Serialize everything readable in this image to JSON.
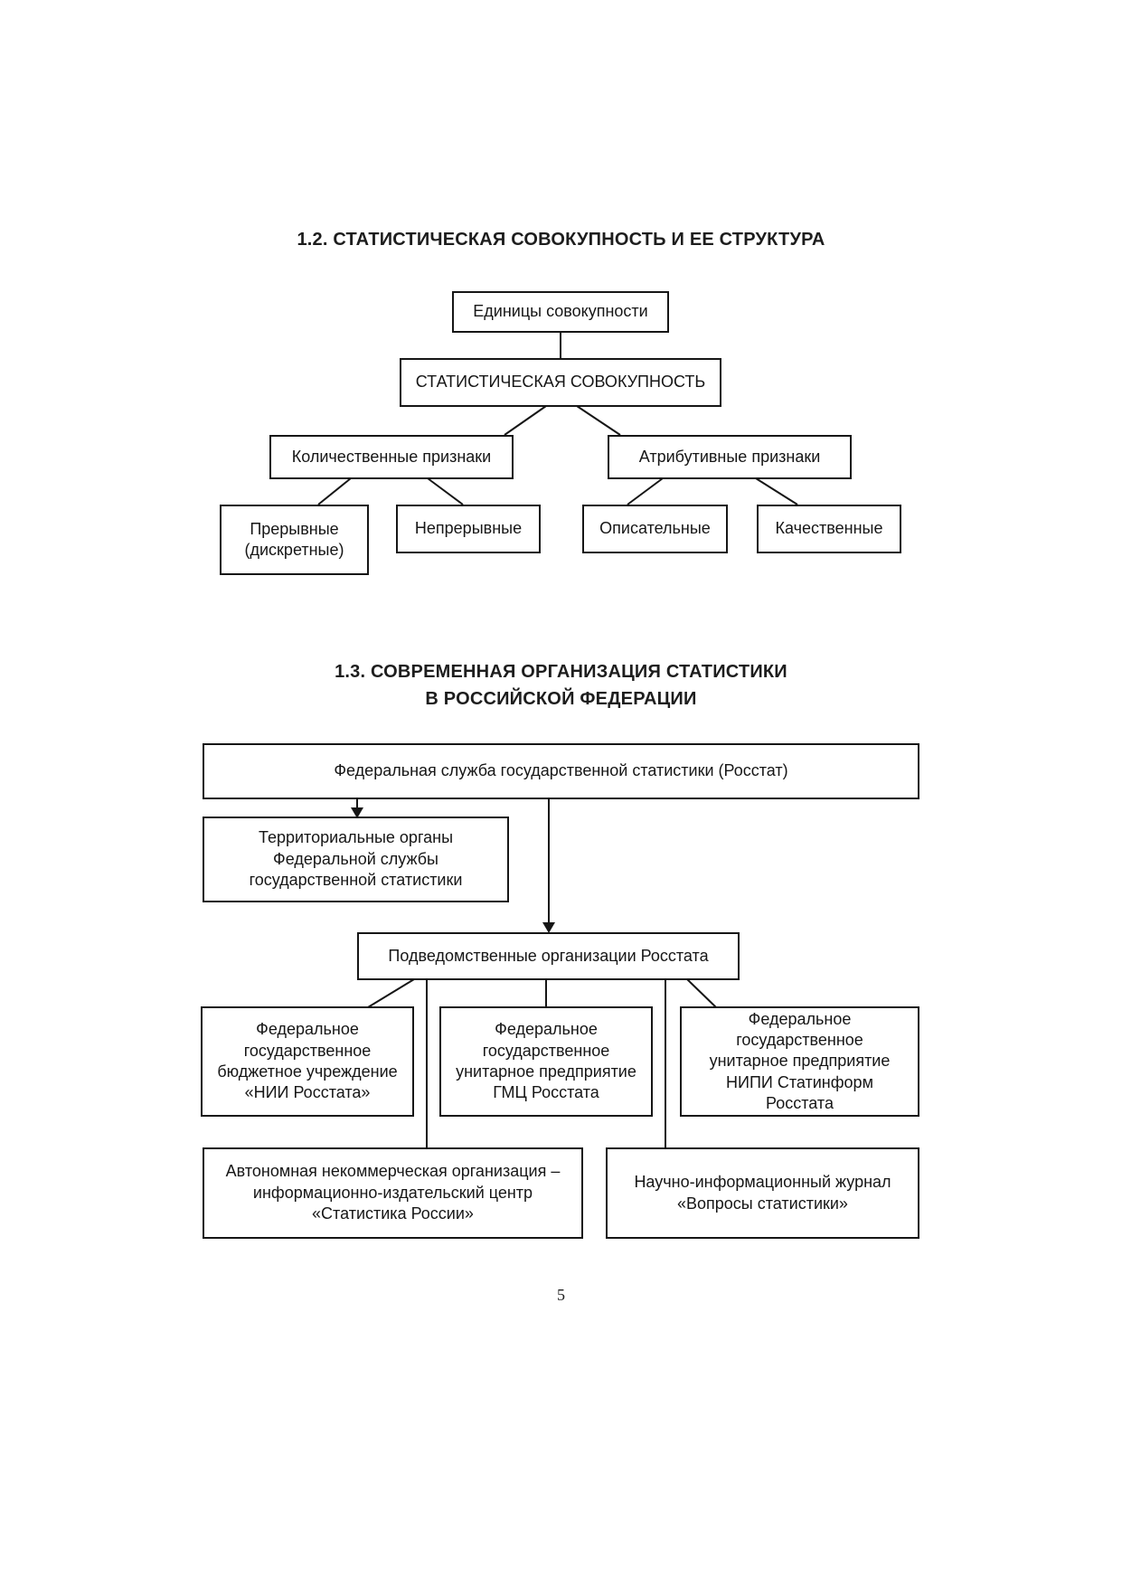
{
  "page": {
    "number": "5"
  },
  "section1": {
    "title": "1.2. СТАТИСТИЧЕСКАЯ СОВОКУПНОСТЬ И ЕЕ СТРУКТУРА",
    "nodes": {
      "units": "Единицы совокупности",
      "population": "СТАТИСТИЧЕСКАЯ СОВОКУПНОСТЬ",
      "quantitative": "Количественные признаки",
      "attributive": "Атрибутивные признаки",
      "discrete": "Прерывные\n(дискретные)",
      "continuous": "Непрерывные",
      "descriptive": "Описательные",
      "qualitative": "Качественные"
    }
  },
  "section2": {
    "title": "1.3. СОВРЕМЕННАЯ ОРГАНИЗАЦИЯ СТАТИСТИКИ\nВ РОССИЙСКОЙ ФЕДЕРАЦИИ",
    "nodes": {
      "rosstat": "Федеральная служба государственной статистики (Росстат)",
      "territorial": "Территориальные органы\nФедеральной службы\nгосударственной статистики",
      "subordinate": "Подведомственные организации Росстата",
      "nii": "Федеральное\nгосударственное\nбюджетное учреждение\n«НИИ Росстата»",
      "gmc": "Федеральное\nгосударственное\nунитарное предприятие\nГМЦ Росстата",
      "statinform": "Федеральное\nгосударственное\nунитарное предприятие\nНИПИ Статинформ Росстата",
      "ano": "Автономная некоммерческая организация –\nинформационно-издательский центр\n«Статистика России»",
      "journal": "Научно-информационный журнал\n«Вопросы статистики»"
    }
  },
  "colors": {
    "ink": "#161616",
    "paper": "#ffffff"
  }
}
